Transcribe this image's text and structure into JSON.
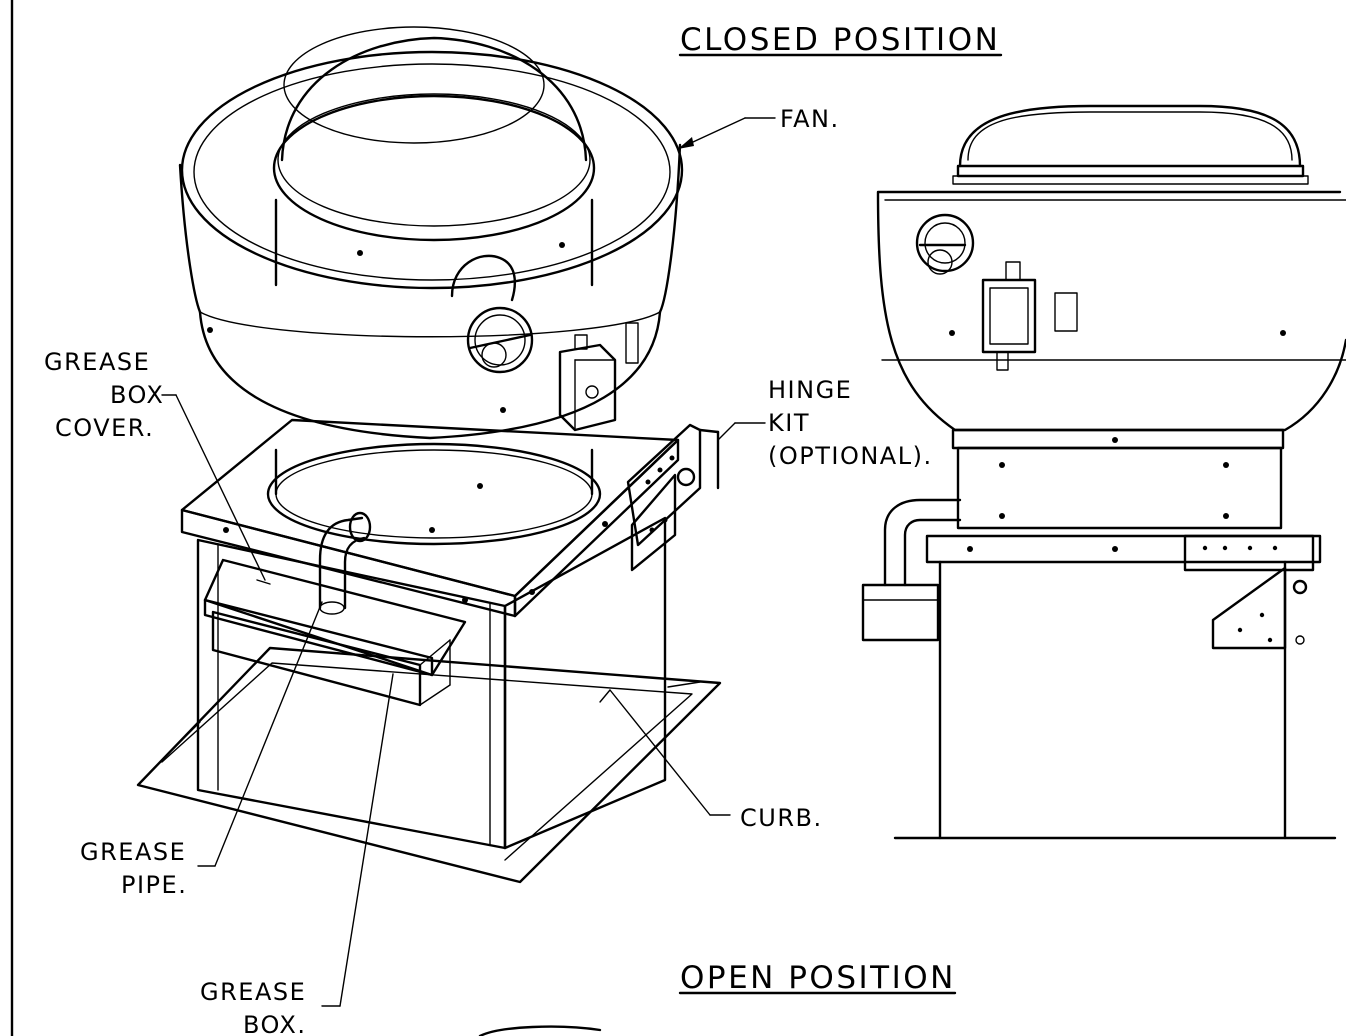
{
  "titles": {
    "closed": "CLOSED POSITION",
    "open": "OPEN POSITION"
  },
  "labels": {
    "fan": "FAN.",
    "hinge_kit": [
      "HINGE",
      "KIT",
      "(OPTIONAL)."
    ],
    "grease_box_cover": [
      "GREASE",
      "BOX",
      "COVER."
    ],
    "curb": "CURB.",
    "grease_pipe": [
      "GREASE",
      "PIPE."
    ],
    "grease_box": [
      "GREASE",
      "BOX."
    ]
  }
}
